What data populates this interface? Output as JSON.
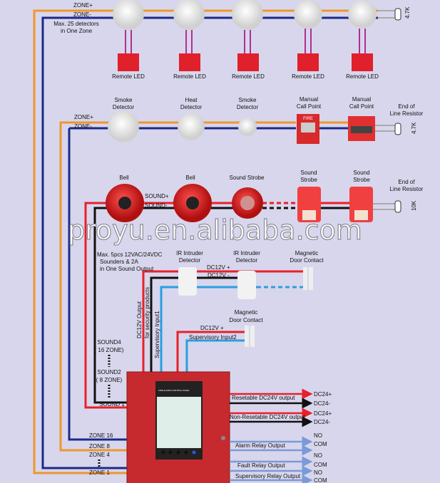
{
  "colors": {
    "background": "#d8d6ec",
    "zone_plus": "#f0962c",
    "zone_minus": "#1a2a8a",
    "sound_plus": "#e8202a",
    "sound_minus": "#111111",
    "supervisory": "#2a9ee0",
    "relay": "#7a9ad8",
    "panel": "#c62a2e"
  },
  "row1": {
    "zone_plus": "ZONE+",
    "zone_minus": "ZONE-",
    "note_line1": "Max. 25 detectors",
    "note_line2": "in One Zone",
    "remote_led": "Remote LED",
    "resistor": "4.7K"
  },
  "row2": {
    "zone_plus": "ZONE+",
    "zone_minus": "ZONE-",
    "smoke1_l1": "Smoke",
    "smoke1_l2": "Detector",
    "heat_l1": "Heat",
    "heat_l2": "Detector",
    "smoke2_l1": "Smoke",
    "smoke2_l2": "Detector",
    "mcp_l1": "Manual",
    "mcp_l2": "Call Point",
    "eol_l1": "End of",
    "eol_l2": "Line Resistor",
    "resistor": "4.7K",
    "mcp_fire": "FIRE"
  },
  "row3": {
    "bell": "Bell",
    "sound_strobe": "Sound Strobe",
    "strobe_l1": "Sound",
    "strobe_l2": "Strobe",
    "sound_plus": "SOUND+",
    "sound_minus": "SOUND-",
    "note_line1": "Max. 5pcs 12VAC/24VDC",
    "note_line2": "Sounders & 2A",
    "note_line3": "in One Sound Output",
    "eol_l1": "End of",
    "eol_l2": "Line Resistor",
    "resistor": "10K"
  },
  "watermark": "proyu.en.alibaba.com",
  "security": {
    "ir_l1": "IR Intruder",
    "ir_l2": "Detector",
    "dc12_plus": "DC12V +",
    "dc12_minus": "DC12V -",
    "mag_l1": "Magnetic",
    "mag_l2": "Door Contact",
    "dc_output_l1": "DC12V  Output",
    "dc_output_l2": "for security products",
    "sup1": "Supervisory Input1",
    "sup2": "Supervisory Input2"
  },
  "sounds": {
    "s4": "SOUND4",
    "s4z": "( 16 ZONE)",
    "s2": "SOUND2",
    "s2z": "( 8 ZONE)",
    "s1": "SOUND 1"
  },
  "zones": {
    "z16": "ZONE 16",
    "z8": "ZONE 8",
    "z4": "ZONE 4",
    "z1": "ZONE 1"
  },
  "panel": {
    "title": "FIRE ALARM CONTROL PANEL"
  },
  "outputs": {
    "resettable": "Resetable DC24V output",
    "non_resettable": "Non-Resetable DC24V output",
    "alarm": "Alarm Relay Output",
    "fault": "Fault Relay Output",
    "supervisory": "Supervisory Relay Output",
    "dc_plus": "DC24+",
    "dc_minus": "DC24-",
    "no": "NO",
    "com": "COM"
  }
}
